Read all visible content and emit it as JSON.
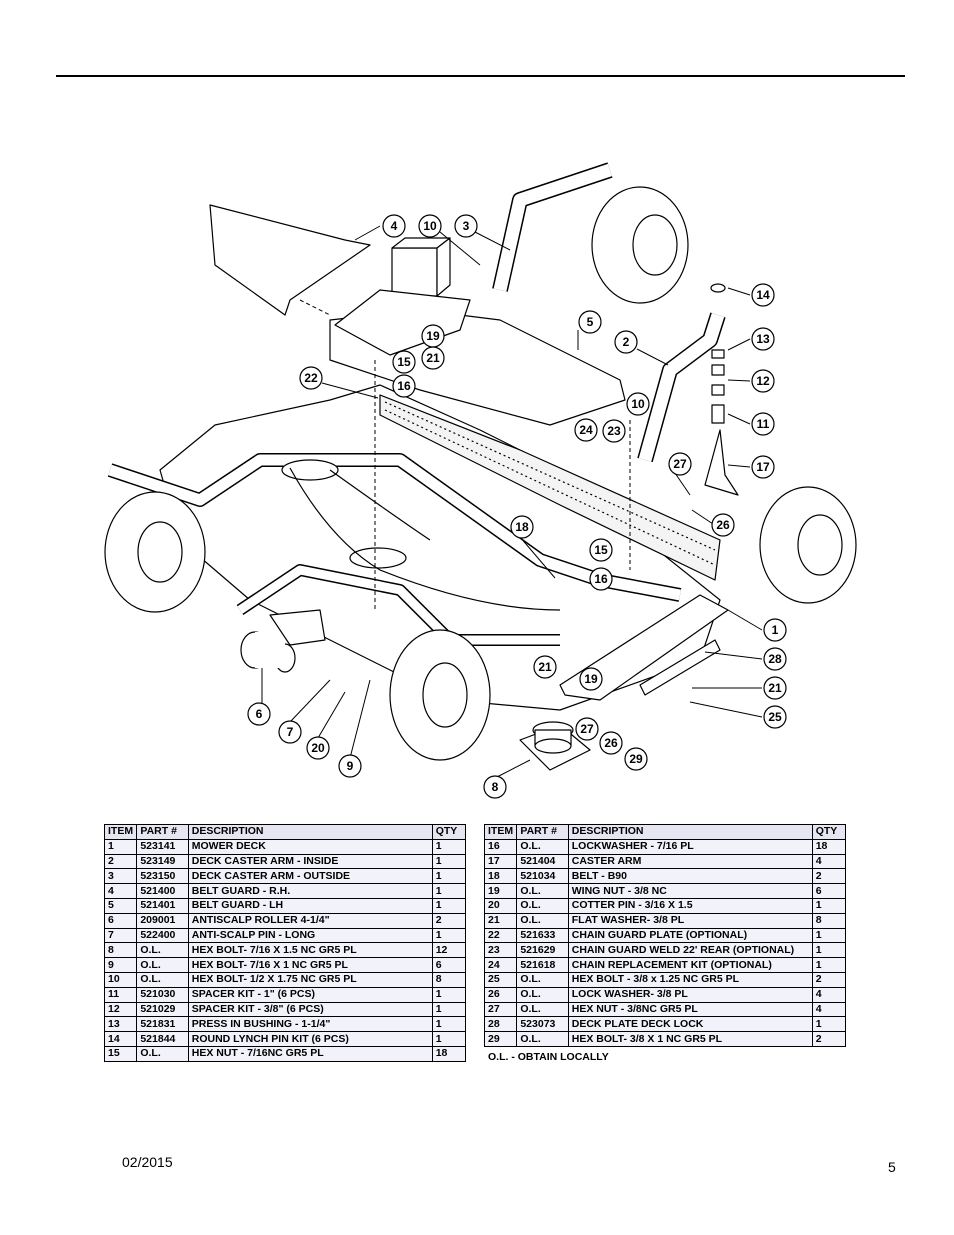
{
  "diagram": {
    "callouts": [
      "4",
      "10",
      "3",
      "14",
      "5",
      "2",
      "13",
      "19",
      "21",
      "15",
      "12",
      "22",
      "16",
      "10",
      "11",
      "24",
      "23",
      "27",
      "17",
      "26",
      "18",
      "15",
      "16",
      "1",
      "28",
      "21",
      "19",
      "21",
      "6",
      "7",
      "27",
      "26",
      "25",
      "20",
      "9",
      "29",
      "8"
    ]
  },
  "left_table": {
    "headers": [
      "ITEM",
      "PART #",
      "DESCRIPTION",
      "QTY"
    ],
    "rows": [
      [
        "1",
        "523141",
        "MOWER DECK",
        "1"
      ],
      [
        "2",
        "523149",
        "DECK CASTER ARM - INSIDE",
        "1"
      ],
      [
        "3",
        "523150",
        "DECK CASTER ARM - OUTSIDE",
        "1"
      ],
      [
        "4",
        "521400",
        "BELT GUARD - R.H.",
        "1"
      ],
      [
        "5",
        "521401",
        "BELT GUARD - LH",
        "1"
      ],
      [
        "6",
        "209001",
        "ANTISCALP ROLLER 4-1/4\"",
        "2"
      ],
      [
        "7",
        "522400",
        "ANTI-SCALP PIN - LONG",
        "1"
      ],
      [
        "8",
        "O.L.",
        "HEX BOLT- 7/16 X 1.5 NC GR5 PL",
        "12"
      ],
      [
        "9",
        "O.L.",
        "HEX BOLT- 7/16 X 1 NC GR5 PL",
        "6"
      ],
      [
        "10",
        "O.L.",
        "HEX BOLT- 1/2 X 1.75 NC GR5 PL",
        "8"
      ],
      [
        "11",
        "521030",
        "SPACER KIT - 1\" (6 PCS)",
        "1"
      ],
      [
        "12",
        "521029",
        "SPACER KIT - 3/8\" (6 PCS)",
        "1"
      ],
      [
        "13",
        "521831",
        "PRESS IN BUSHING - 1-1/4\"",
        "1"
      ],
      [
        "14",
        "521844",
        "ROUND LYNCH PIN KIT (6 PCS)",
        "1"
      ],
      [
        "15",
        "O.L.",
        "HEX NUT - 7/16NC GR5 PL",
        "18"
      ]
    ]
  },
  "right_table": {
    "headers": [
      "ITEM",
      "PART #",
      "DESCRIPTION",
      "QTY"
    ],
    "rows": [
      [
        "16",
        "O.L.",
        "LOCKWASHER - 7/16 PL",
        "18"
      ],
      [
        "17",
        "521404",
        "CASTER ARM",
        "4"
      ],
      [
        "18",
        "521034",
        "BELT - B90",
        "2"
      ],
      [
        "19",
        "O.L.",
        "WING NUT - 3/8 NC",
        "6"
      ],
      [
        "20",
        "O.L.",
        "COTTER PIN - 3/16 X 1.5",
        "1"
      ],
      [
        "21",
        "O.L.",
        "FLAT WASHER- 3/8 PL",
        "8"
      ],
      [
        "22",
        "521633",
        "CHAIN GUARD PLATE (OPTIONAL)",
        "1"
      ],
      [
        "23",
        "521629",
        "CHAIN GUARD WELD 22' REAR (OPTIONAL)",
        "1"
      ],
      [
        "24",
        "521618",
        "CHAIN REPLACEMENT KIT (OPTIONAL)",
        "1"
      ],
      [
        "25",
        "O.L.",
        "HEX BOLT - 3/8 x 1.25 NC GR5 PL",
        "2"
      ],
      [
        "26",
        "O.L.",
        "LOCK WASHER- 3/8 PL",
        "4"
      ],
      [
        "27",
        "O.L.",
        "HEX NUT - 3/8NC GR5 PL",
        "4"
      ],
      [
        "28",
        "523073",
        "DECK PLATE DECK LOCK",
        "1"
      ],
      [
        "29",
        "O.L.",
        "HEX BOLT- 3/8 X 1 NC GR5 PL",
        "2"
      ]
    ]
  },
  "note": "O.L. - OBTAIN LOCALLY",
  "footer": {
    "date": "02/2015",
    "page": "5"
  }
}
